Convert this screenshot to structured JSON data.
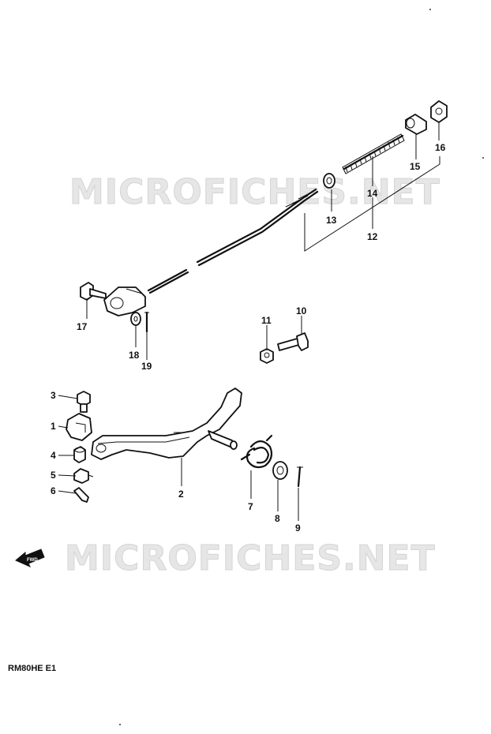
{
  "watermark": "MICROFICHES.NET",
  "model_code": "RM80HE E1",
  "fwd_label": "FWD",
  "callouts": {
    "c1": "1",
    "c2": "2",
    "c3": "3",
    "c4": "4",
    "c5": "5",
    "c6": "6",
    "c7": "7",
    "c8": "8",
    "c9": "9",
    "c10": "10",
    "c11": "11",
    "c12": "12",
    "c13": "13",
    "c14": "14",
    "c15": "15",
    "c16": "16",
    "c17": "17",
    "c18": "18",
    "c19": "19"
  }
}
